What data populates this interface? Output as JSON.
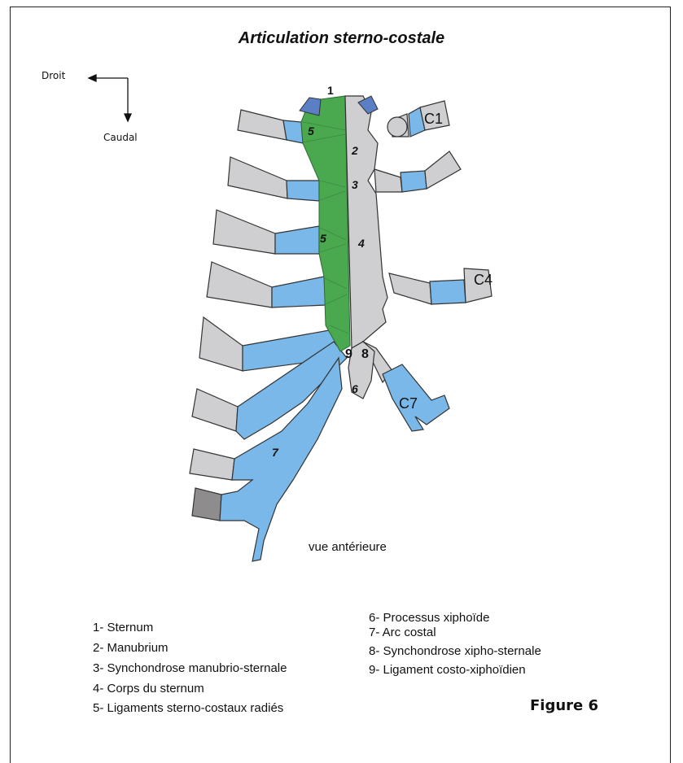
{
  "title": "Articulation sterno-costale",
  "orientation": {
    "right_label": "Droit",
    "caudal_label": "Caudal"
  },
  "view_label": "vue antérieure",
  "figure_label": "Figure 6",
  "numbers": [
    "1",
    "2",
    "3",
    "4",
    "5",
    "5",
    "6",
    "7",
    "8",
    "9"
  ],
  "rib_labels": [
    "C1",
    "C4",
    "C7"
  ],
  "legend_left": [
    "1- Sternum",
    "2- Manubrium",
    "3- Synchondrose manubrio-sternale",
    "4- Corps du sternum",
    "5- Ligaments sterno-costaux radiés"
  ],
  "legend_right": [
    "6- Processus xiphoïde",
    "7- Arc costal",
    "8- Synchondrose xipho-sternale",
    "9- Ligament costo-xiphoïdien"
  ],
  "colors": {
    "bone": "#cfcfd1",
    "cartilage": "#79b8e8",
    "ligament": "#4aa84f",
    "capsule": "#5a7fc4",
    "rib_dark": "#8e8c8c",
    "outline": "#333333"
  }
}
